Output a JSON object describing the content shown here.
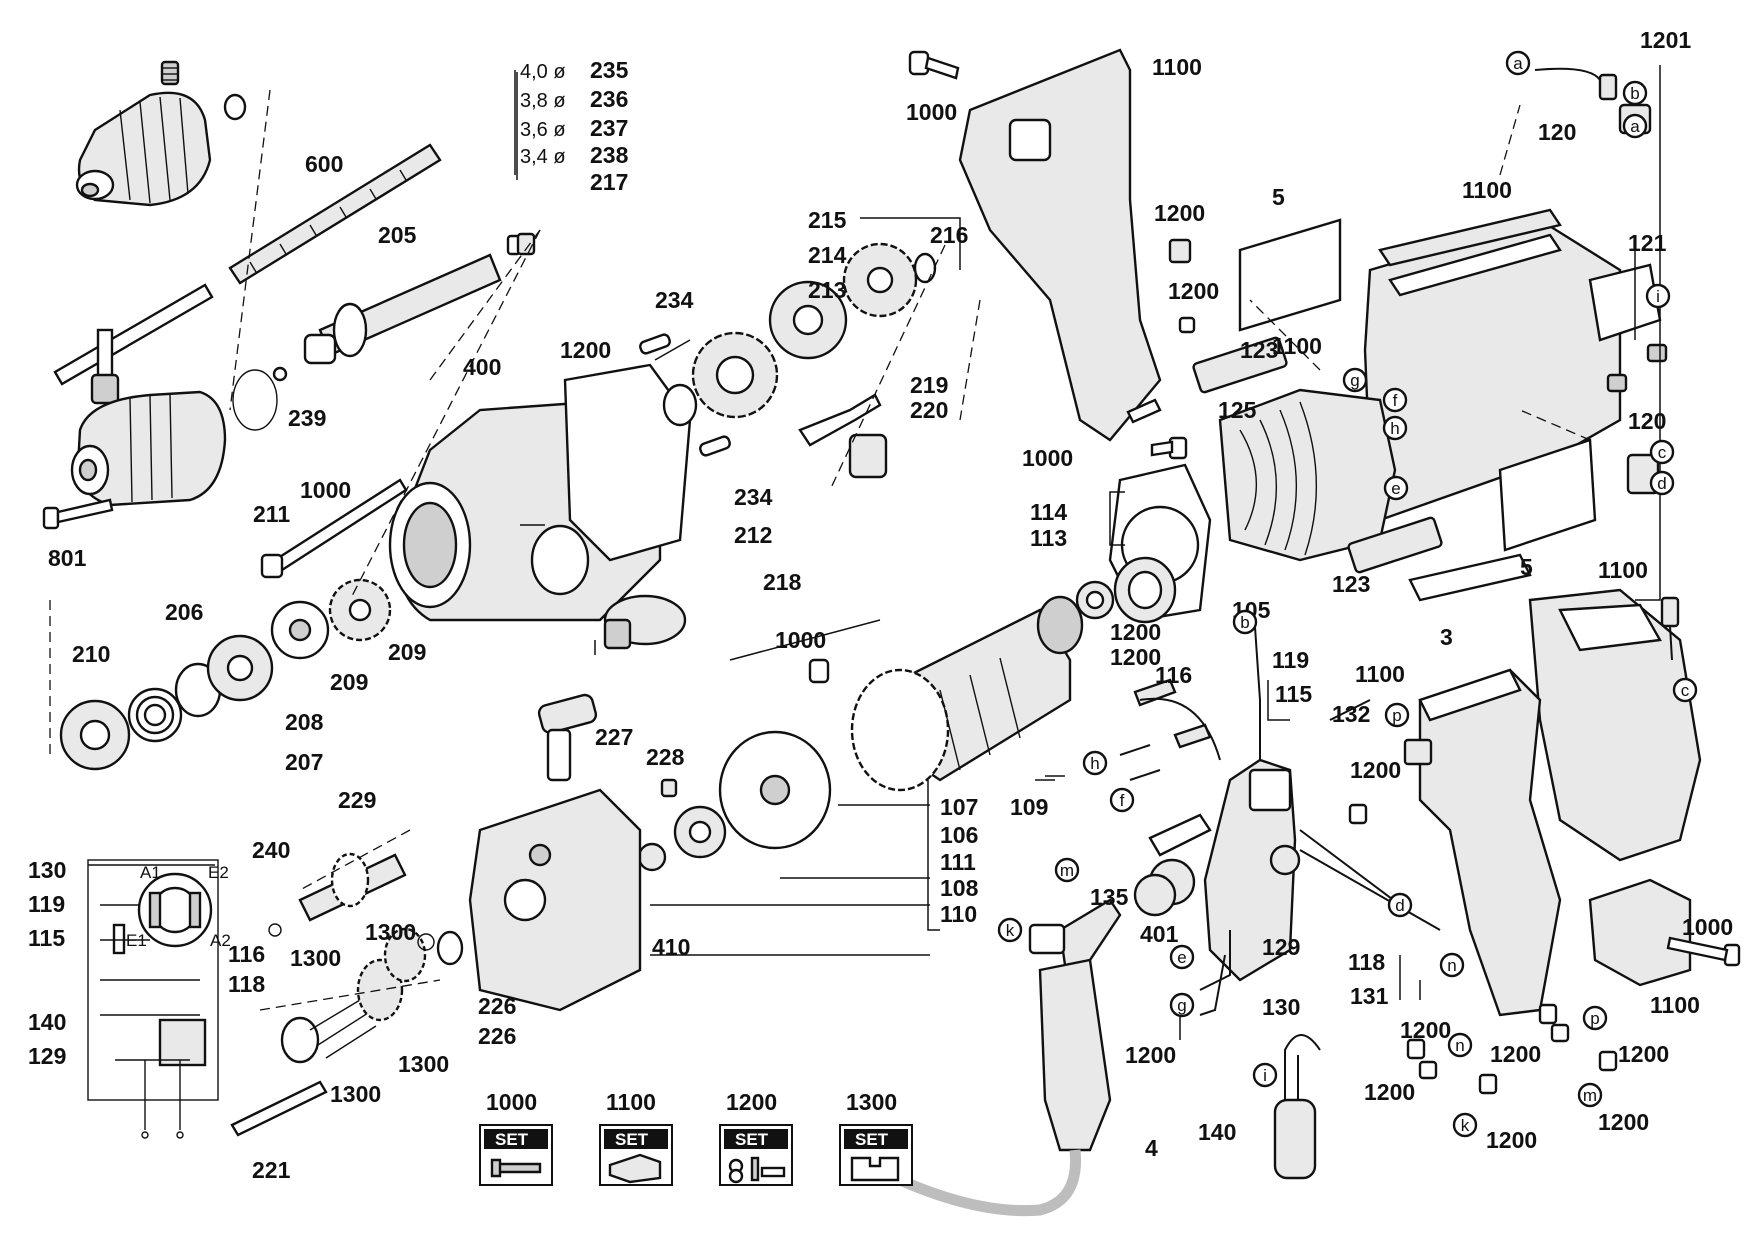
{
  "diagram": {
    "chuck_sizes": [
      {
        "size": "4,0 ø",
        "part": "235"
      },
      {
        "size": "3,8 ø",
        "part": "236"
      },
      {
        "size": "3,6 ø",
        "part": "237"
      },
      {
        "size": "3,4 ø",
        "part": "238"
      }
    ],
    "part_labels": [
      {
        "id": "p600",
        "text": "600"
      },
      {
        "id": "p217",
        "text": "217"
      },
      {
        "id": "p205",
        "text": "205"
      },
      {
        "id": "p239",
        "text": "239"
      },
      {
        "id": "p211",
        "text": "211"
      },
      {
        "id": "p801",
        "text": "801"
      },
      {
        "id": "p400",
        "text": "400"
      },
      {
        "id": "p1000a",
        "text": "1000"
      },
      {
        "id": "p1100a",
        "text": "1100"
      },
      {
        "id": "p1201",
        "text": "1201"
      },
      {
        "id": "p120a",
        "text": "120"
      },
      {
        "id": "p1200a",
        "text": "1200"
      },
      {
        "id": "p1200b",
        "text": "1200"
      },
      {
        "id": "p125",
        "text": "125"
      },
      {
        "id": "p1000b",
        "text": "1000"
      },
      {
        "id": "p5a",
        "text": "5"
      },
      {
        "id": "p1100b",
        "text": "1100"
      },
      {
        "id": "p1100c",
        "text": "1100"
      },
      {
        "id": "p123a",
        "text": "123"
      },
      {
        "id": "p121",
        "text": "121"
      },
      {
        "id": "p120b",
        "text": "120"
      },
      {
        "id": "p215",
        "text": "215"
      },
      {
        "id": "p216",
        "text": "216"
      },
      {
        "id": "p214",
        "text": "214"
      },
      {
        "id": "p213",
        "text": "213"
      },
      {
        "id": "p234a",
        "text": "234"
      },
      {
        "id": "p1200c",
        "text": "1200"
      },
      {
        "id": "p219",
        "text": "219"
      },
      {
        "id": "p220",
        "text": "220"
      },
      {
        "id": "p234b",
        "text": "234"
      },
      {
        "id": "p212",
        "text": "212"
      },
      {
        "id": "p218",
        "text": "218"
      },
      {
        "id": "p1000c",
        "text": "1000"
      },
      {
        "id": "p114",
        "text": "114"
      },
      {
        "id": "p113",
        "text": "113"
      },
      {
        "id": "p123b",
        "text": "123"
      },
      {
        "id": "p105",
        "text": "105"
      },
      {
        "id": "p5b",
        "text": "5"
      },
      {
        "id": "p3",
        "text": "3"
      },
      {
        "id": "p1100d",
        "text": "1100"
      },
      {
        "id": "p206",
        "text": "206"
      },
      {
        "id": "p210",
        "text": "210"
      },
      {
        "id": "p209a",
        "text": "209"
      },
      {
        "id": "p209b",
        "text": "209"
      },
      {
        "id": "p208",
        "text": "208"
      },
      {
        "id": "p207",
        "text": "207"
      },
      {
        "id": "p1200d",
        "text": "1200"
      },
      {
        "id": "p119a",
        "text": "119"
      },
      {
        "id": "p116a",
        "text": "116"
      },
      {
        "id": "p115a",
        "text": "115"
      },
      {
        "id": "p132",
        "text": "132"
      },
      {
        "id": "p1100e",
        "text": "1100"
      },
      {
        "id": "p1200e",
        "text": "1200"
      },
      {
        "id": "p1000d",
        "text": "1000"
      },
      {
        "id": "p227",
        "text": "227"
      },
      {
        "id": "p228",
        "text": "228"
      },
      {
        "id": "p107",
        "text": "107"
      },
      {
        "id": "p109",
        "text": "109"
      },
      {
        "id": "p106",
        "text": "106"
      },
      {
        "id": "p111",
        "text": "111"
      },
      {
        "id": "p108",
        "text": "108"
      },
      {
        "id": "p110",
        "text": "110"
      },
      {
        "id": "p1200f",
        "text": "1200"
      },
      {
        "id": "p229",
        "text": "229"
      },
      {
        "id": "p240",
        "text": "240"
      },
      {
        "id": "p130a",
        "text": "130"
      },
      {
        "id": "p119b",
        "text": "119"
      },
      {
        "id": "p115b",
        "text": "115"
      },
      {
        "id": "p116b",
        "text": "116"
      },
      {
        "id": "p118a",
        "text": "118"
      },
      {
        "id": "p140a",
        "text": "140"
      },
      {
        "id": "p129a",
        "text": "129"
      },
      {
        "id": "p1300a",
        "text": "1300"
      },
      {
        "id": "p1300b",
        "text": "1300"
      },
      {
        "id": "p410",
        "text": "410"
      },
      {
        "id": "p226a",
        "text": "226"
      },
      {
        "id": "p226b",
        "text": "226"
      },
      {
        "id": "p1300c",
        "text": "1300"
      },
      {
        "id": "p1300d",
        "text": "1300"
      },
      {
        "id": "p221",
        "text": "221"
      },
      {
        "id": "p135",
        "text": "135"
      },
      {
        "id": "p401",
        "text": "401"
      },
      {
        "id": "p129b",
        "text": "129"
      },
      {
        "id": "p130b",
        "text": "130"
      },
      {
        "id": "p118b",
        "text": "118"
      },
      {
        "id": "p131",
        "text": "131"
      },
      {
        "id": "p1000e",
        "text": "1000"
      },
      {
        "id": "p1100f",
        "text": "1100"
      },
      {
        "id": "p1200g",
        "text": "1200"
      },
      {
        "id": "p4",
        "text": "4"
      },
      {
        "id": "p1200h",
        "text": "1200"
      },
      {
        "id": "p1200i",
        "text": "1200"
      },
      {
        "id": "p1200j",
        "text": "1200"
      },
      {
        "id": "p1200k",
        "text": "1200"
      },
      {
        "id": "p1200l",
        "text": "1200"
      },
      {
        "id": "p1200m",
        "text": "1200"
      },
      {
        "id": "p140b",
        "text": "140"
      }
    ],
    "wire_letters": [
      {
        "id": "la1",
        "text": "a"
      },
      {
        "id": "lb1",
        "text": "b"
      },
      {
        "id": "la2",
        "text": "a"
      },
      {
        "id": "li1",
        "text": "i"
      },
      {
        "id": "lg1",
        "text": "g"
      },
      {
        "id": "lf1",
        "text": "f"
      },
      {
        "id": "lh1",
        "text": "h"
      },
      {
        "id": "le1",
        "text": "e"
      },
      {
        "id": "lc1",
        "text": "c"
      },
      {
        "id": "ld1",
        "text": "d"
      },
      {
        "id": "lc2",
        "text": "c"
      },
      {
        "id": "lb2",
        "text": "b"
      },
      {
        "id": "lp1",
        "text": "p"
      },
      {
        "id": "lh2",
        "text": "h"
      },
      {
        "id": "lf2",
        "text": "f"
      },
      {
        "id": "lm1",
        "text": "m"
      },
      {
        "id": "lk1",
        "text": "k"
      },
      {
        "id": "ld2",
        "text": "d"
      },
      {
        "id": "le2",
        "text": "e"
      },
      {
        "id": "ln1",
        "text": "n"
      },
      {
        "id": "lg2",
        "text": "g"
      },
      {
        "id": "li2",
        "text": "i"
      },
      {
        "id": "lp2",
        "text": "p"
      },
      {
        "id": "ln2",
        "text": "n"
      },
      {
        "id": "lm2",
        "text": "m"
      },
      {
        "id": "lk2",
        "text": "k"
      }
    ],
    "schematic_labels": [
      "A1",
      "E2",
      "E1",
      "A2"
    ],
    "set_kits": [
      {
        "number": "1000",
        "badge": "SET"
      },
      {
        "number": "1100",
        "badge": "SET"
      },
      {
        "number": "1200",
        "badge": "SET"
      },
      {
        "number": "1300",
        "badge": "SET"
      }
    ]
  }
}
